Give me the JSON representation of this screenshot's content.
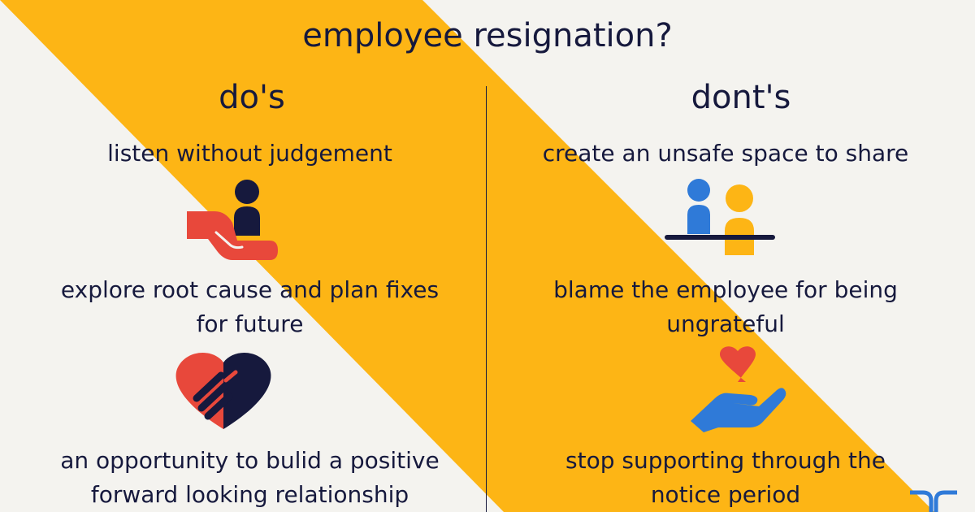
{
  "title": "employee resignation?",
  "dos": {
    "heading": "do's",
    "items": [
      {
        "lines": [
          "listen without judgement"
        ],
        "icon": "hand-holding-person-icon"
      },
      {
        "lines": [
          "explore root cause and plan fixes",
          "for future"
        ],
        "icon": "handshake-heart-icon"
      },
      {
        "lines": [
          "an opportunity to bulid a positive",
          "forward looking relationship"
        ]
      }
    ]
  },
  "donts": {
    "heading": "dont's",
    "items": [
      {
        "lines": [
          "create an unsafe space to share"
        ],
        "icon": "two-people-at-table-icon"
      },
      {
        "lines": [
          "blame the employee for being",
          "ungrateful"
        ],
        "icon": "hand-holding-heart-icon"
      },
      {
        "lines": [
          "stop supporting through the",
          "notice period"
        ]
      }
    ]
  },
  "logo_icon": "brand-logo-icon",
  "colors": {
    "background": "#f4f3ef",
    "band": "#fdb515",
    "text": "#16193d",
    "red": "#e8483b",
    "blue": "#2f7ad8",
    "yellow": "#fdb515"
  }
}
